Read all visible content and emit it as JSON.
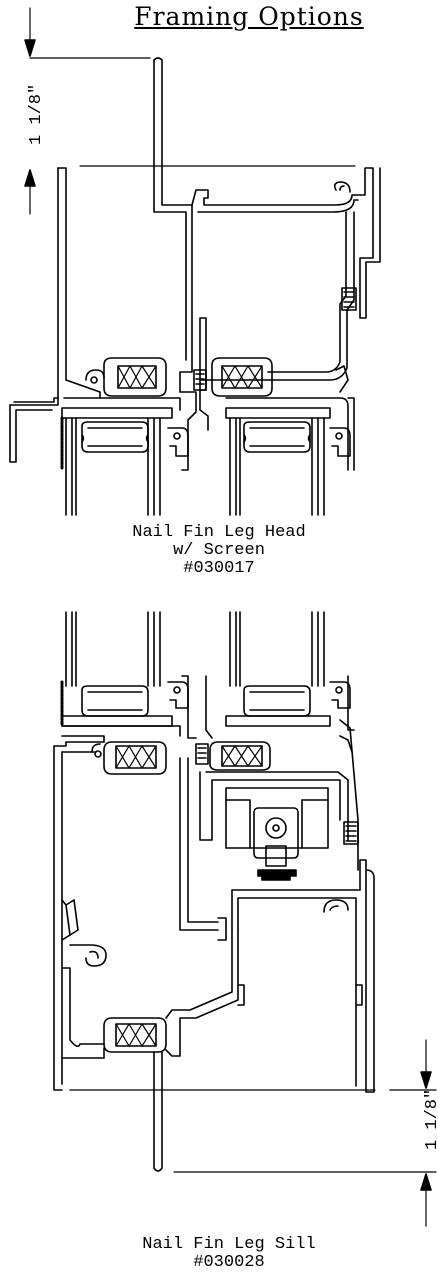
{
  "title": "Framing Options",
  "head": {
    "dimension": "1 1/8\"",
    "caption_line1": "Nail Fin Leg Head",
    "caption_line2": "w/ Screen",
    "caption_line3": "#030017"
  },
  "sill": {
    "dimension": "1 1/8\"",
    "caption_line1": "Nail Fin Leg Sill",
    "caption_line2": "#030028"
  }
}
